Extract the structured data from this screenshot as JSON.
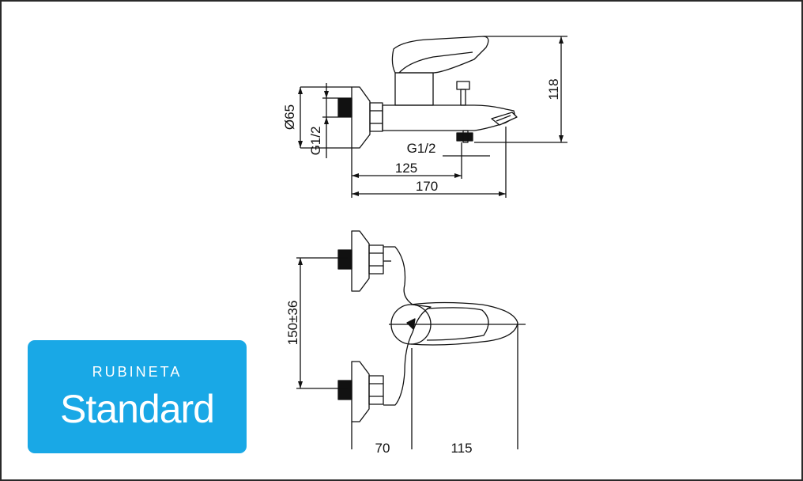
{
  "brand": {
    "top_text": "RUBINETA",
    "main_text": "Standard"
  },
  "dimensions": {
    "side_view": {
      "diameter": "Ø65",
      "inlet_thread": "G1/2",
      "outlet_thread": "G1/2",
      "spout_offset": "125",
      "total_depth": "170",
      "height": "118"
    },
    "top_view": {
      "center_distance": "150±36",
      "inlet_to_axis": "70",
      "axis_to_handle": "115"
    }
  },
  "colors": {
    "brand_blue": "#19a8e6",
    "line": "#111111"
  }
}
